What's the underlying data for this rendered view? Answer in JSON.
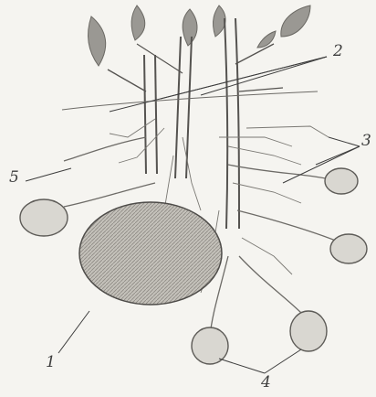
{
  "figure": {
    "subject_icon": "potato-plant-illustration",
    "labels": {
      "one": "1",
      "two": "2",
      "three": "3",
      "four": "4",
      "five": "5"
    }
  },
  "colors": {
    "background": "#f5f4f0",
    "ink": "#3d3d3d",
    "tuber_fill": "#b8b5ae",
    "leaf_fill": "#9a9893"
  }
}
